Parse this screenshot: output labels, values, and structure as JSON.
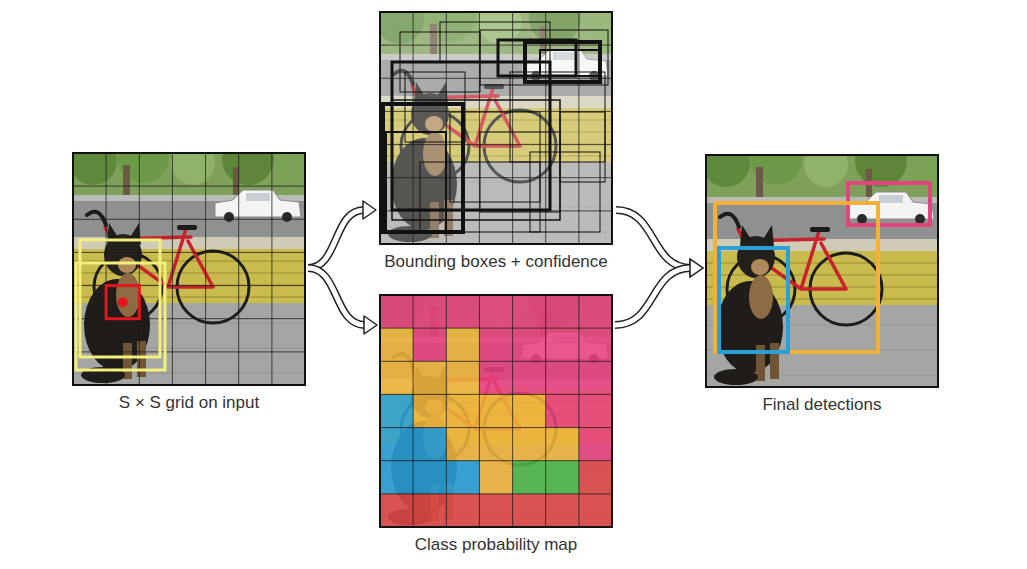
{
  "diagram": {
    "nodes": [
      {
        "text": [
          "S × S grid on input"
        ]
      },
      {
        "text": [
          "Bounding boxes + confidence"
        ]
      },
      {
        "text": [
          "Class probability map"
        ]
      },
      {
        "text": [
          "Final detections"
        ]
      }
    ],
    "edges": [
      {
        "from": 0,
        "to": 1,
        "arrow": "to"
      },
      {
        "from": 0,
        "to": 2,
        "arrow": "to"
      },
      {
        "from": 1,
        "to": 3,
        "arrow": "to"
      },
      {
        "from": 2,
        "to": 3,
        "arrow": "to"
      }
    ]
  }
}
